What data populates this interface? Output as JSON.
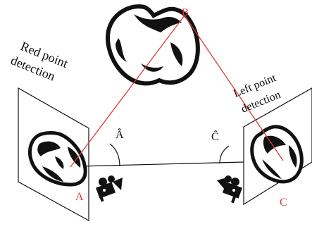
{
  "labels": {
    "left_caption_line1": "Red point",
    "left_caption_line2": "detection",
    "right_caption_line1": "Left point",
    "right_caption_line2": "detection",
    "point_a": "A",
    "point_b": "B",
    "point_c": "C",
    "angle_a": "Â",
    "angle_c": "Ĉ"
  },
  "colors": {
    "accent_red": "#d93a3a",
    "ink": "#111111",
    "background": "#ffffff"
  },
  "icons": [
    "apple-icon",
    "camera-icon"
  ]
}
